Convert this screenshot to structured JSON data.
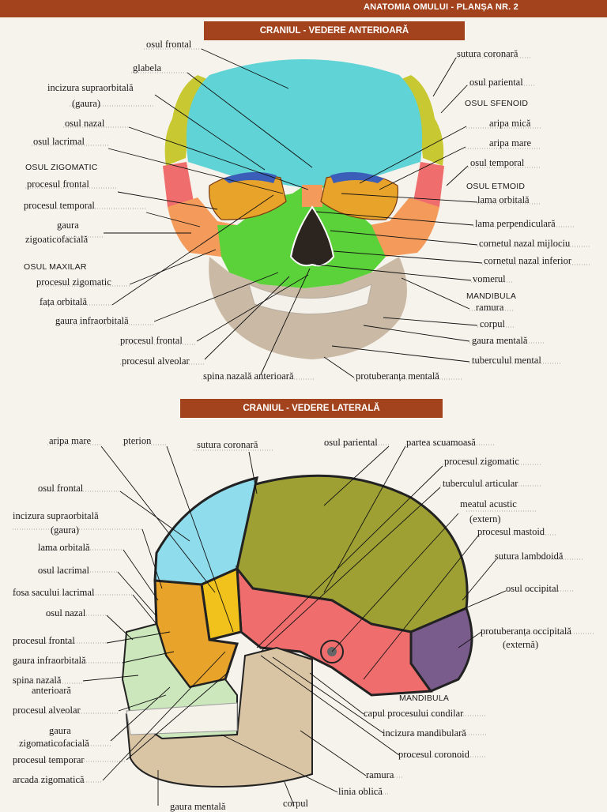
{
  "header": {
    "plate": "ANATOMIA OMULUI - PLANȘA NR. 2"
  },
  "anterior": {
    "title": "CRANIUL - VEDERE ANTERIOARĂ",
    "left": [
      "osul frontal",
      "glabela",
      "incizura supraorbitală",
      "(gaura)",
      "osul nazal",
      "osul lacrimal",
      "OSUL ZIGOMATIC",
      "procesul frontal",
      "procesul temporal",
      "gaura",
      "zigoaticofacială",
      "OSUL MAXILAR",
      "procesul zigomatic",
      "fața orbitală",
      "gaura infraorbitală",
      "procesul frontal",
      "procesul alveolar"
    ],
    "right": [
      "sutura coronară",
      "osul pariental",
      "OSUL SFENOID",
      "aripa mică",
      "aripa mare",
      "osul  temporal",
      "OSUL ETMOID",
      "lama orbitală",
      "lama perpendiculară",
      "cornetul nazal mijlociu",
      "cornetul nazal inferior",
      "vomerul",
      "MANDIBULA",
      "ramura",
      "corpul",
      "gaura mentală",
      "tuberculul mental"
    ],
    "bottom": [
      "spina nazală anterioară",
      "protuberanța mentală"
    ]
  },
  "lateral": {
    "title": "CRANIUL - VEDERE LATERALĂ",
    "top": [
      "aripa mare",
      "pterion",
      "sutura coronară",
      "osul pariental",
      "partea scuamoasă"
    ],
    "left": [
      "osul frontal",
      "incizura supraorbitală",
      "(gaura)",
      "lama orbitală",
      "osul lacrimal",
      "fosa sacului lacrimal",
      "osul nazal",
      "procesul frontal",
      "gaura infraorbitală",
      "spina nazală",
      "anterioară",
      "procesul alveolar",
      "gaura",
      "zigomaticofacială",
      "procesul temporar",
      "arcada zigomatică"
    ],
    "right": [
      "procesul zigomatic",
      "tuberculul articular",
      "meatul acustic",
      "(extern)",
      "procesul mastoid",
      "sutura lambdoidă",
      "osul occipital",
      "protuberanța occipitală",
      "(externă)",
      "MANDIBULA",
      "capul procesului condilar",
      "incizura mandibulară",
      "procesul coronoid",
      "ramura",
      "linia oblică"
    ],
    "bottom": [
      "gaura mentală",
      "corpul"
    ]
  },
  "colors": {
    "band": "#a3431d",
    "frontal": "#5fd3d6",
    "parietal": "#c8c832",
    "sphenoid": "#f2c21c",
    "temporal": "#ef6d6d",
    "zygomatic": "#f49a5a",
    "maxilla": "#5bd13a",
    "occipital": "#7a5c8c",
    "mandible": "#c9b9a5",
    "orbit": "#e8a32a",
    "lateral_maxilla": "#cde7bd",
    "lateral_frontal": "#8fdcec",
    "lateral_parietal": "#9fa033",
    "lateral_mandible": "#d9c4a4"
  }
}
